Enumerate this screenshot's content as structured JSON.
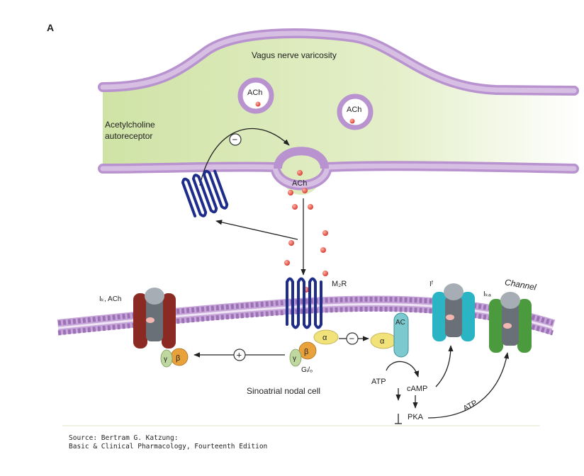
{
  "panel_label": "A",
  "labels": {
    "vagus": "Vagus nerve varicosity",
    "autoreceptor_line1": "Acetylcholine",
    "autoreceptor_line2": "autoreceptor",
    "ach_vesicle_1": "ACh",
    "ach_vesicle_2": "ACh",
    "ach_release": "ACh",
    "m2r": "M₂R",
    "ik_ach": "Iₖ, ACh",
    "if": "Iᶠ",
    "ica": "Iₖₐ",
    "channel": "Channel",
    "alpha_bound": "α",
    "alpha_free": "α",
    "beta_bound": "β",
    "gamma_bound": "γ",
    "beta_free": "β",
    "gamma_free": "γ",
    "gio": "Gᵢ/ₒ",
    "ac": "AC",
    "atp_left": "ATP",
    "camp": "cAMP",
    "pka": "PKA",
    "atp_right": "ATP",
    "sinoatrial": "Sinoatrial nodal cell",
    "minus_top": "−",
    "minus_mid": "−",
    "plus": "+"
  },
  "colors": {
    "membrane_purple": "#c9a6d9",
    "membrane_stroke": "#9b6fb3",
    "nerve_fill": "#d6e8b0",
    "receptor_blue": "#1f2d8a",
    "ach_dot": "#e5473c",
    "channel_red": "#8b2a22",
    "channel_teal": "#2bb4c4",
    "channel_green": "#4b9a3e",
    "alpha_yellow": "#f2e27a",
    "beta_orange": "#e9a23b",
    "gamma_green": "#bfd8a0",
    "ac_teal": "#7cc9d0"
  },
  "source": {
    "line1": "Source: Bertram G. Katzung:",
    "line2": "Basic & Clinical Pharmacology, Fourteenth Edition"
  }
}
